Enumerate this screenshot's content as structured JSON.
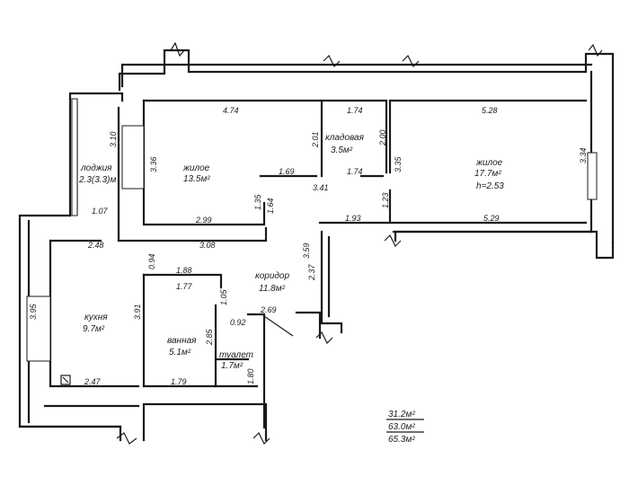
{
  "rooms": {
    "living1": {
      "name": "жилое",
      "area": "13.5м²"
    },
    "storage": {
      "name": "кладовая",
      "area": "3.5м²"
    },
    "living2": {
      "name": "жилое",
      "area": "17.7м²",
      "height": "h=2.53"
    },
    "loggia": {
      "name": "лоджия",
      "area": "2.3(3.3)м"
    },
    "kitchen": {
      "name": "кухня",
      "area": "9.7м²"
    },
    "corridor": {
      "name": "коридор",
      "area": "11.8м²"
    },
    "bathroom": {
      "name": "ванная",
      "area": "5.1м²"
    },
    "toilet": {
      "name": "туалет",
      "area": "1.7м²"
    }
  },
  "dimensions": {
    "d_474": "4.74",
    "d_174_top": "1.74",
    "d_528": "5.28",
    "d_310": "3.10",
    "d_336": "3.36",
    "d_201": "2.01",
    "d_200": "2.00",
    "d_335": "3.35",
    "d_334": "3.34",
    "d_169": "1.69",
    "d_341": "3.41",
    "d_174_mid": "1.74",
    "d_135": "1.35",
    "d_164": "1.64",
    "d_123": "1.23",
    "d_299": "2.99",
    "d_107": "1.07",
    "d_193": "1.93",
    "d_529": "5.29",
    "d_248": "2.48",
    "d_308": "3.08",
    "d_359": "3.59",
    "d_237": "2.37",
    "d_094": "0.94",
    "d_188": "1.88",
    "d_177": "1.77",
    "d_105": "1.05",
    "d_269": "2.69",
    "d_395": "3.95",
    "d_391": "3.91",
    "d_285": "2.85",
    "d_092": "0.92",
    "d_247": "2.47",
    "d_179": "1.79",
    "d_180": "1.80"
  },
  "totals": {
    "living": "31.2м²",
    "useful": "63.0м²",
    "total": "65.3м²"
  }
}
